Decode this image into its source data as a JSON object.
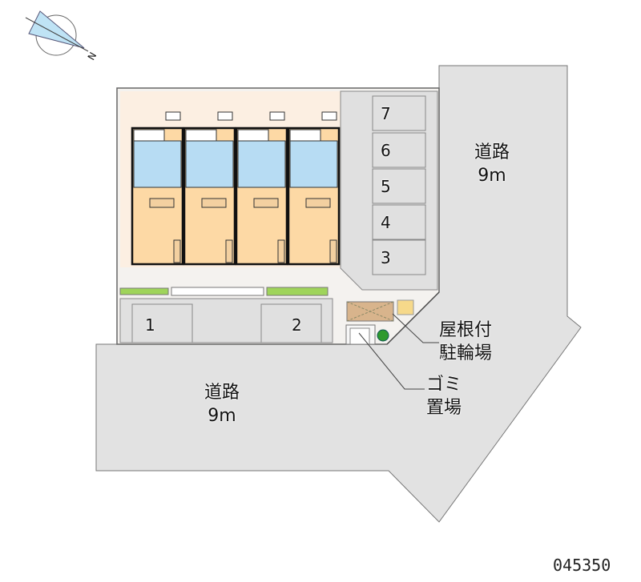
{
  "compass": {
    "north_label": "N"
  },
  "roads": [
    {
      "name": "道路",
      "width": "9m"
    },
    {
      "name": "道路",
      "width": "9m"
    }
  ],
  "parking_stalls": [
    "7",
    "6",
    "5",
    "4",
    "3",
    "1",
    "2"
  ],
  "facilities": {
    "bicycle_parking": {
      "line1": "屋根付",
      "line2": "駐輪場"
    },
    "garbage": {
      "line1": "ゴミ",
      "line2": "置場"
    }
  },
  "property_code": "045350",
  "colors": {
    "road": "#e2e2e2",
    "site": "#f4f2ef",
    "yard": "#fcefe2",
    "room": "#fdd9a5",
    "wet": "#b7dcf3",
    "bike": "#d8b48c"
  }
}
